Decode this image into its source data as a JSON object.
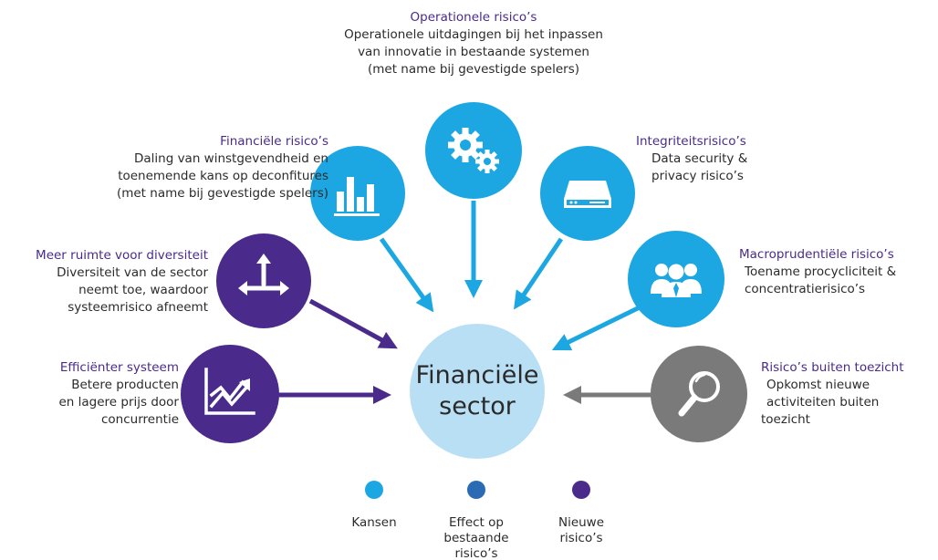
{
  "center": {
    "line1": "Financiële",
    "line2": "sector"
  },
  "nodes": {
    "operationeel": {
      "title": "Operationele risico’s",
      "body": [
        "Operationele uitdagingen bij het inpassen",
        "van innovatie in bestaande systemen",
        "(met name bij gevestigde spelers)"
      ],
      "icon": "gears-icon",
      "color": "#1ca7e3"
    },
    "financieel": {
      "title": "Financiële risico’s",
      "body": [
        "Daling van winstgevendheid en",
        "toenemende kans op deconfitures",
        "(met name bij gevestigde spelers)"
      ],
      "icon": "bar-chart-icon",
      "color": "#1ca7e3"
    },
    "integriteit": {
      "title": "Integriteitsrisico’s",
      "body": [
        "Data security &",
        "privacy risico’s"
      ],
      "icon": "server-icon",
      "color": "#1ca7e3"
    },
    "diversiteit": {
      "title": "Meer ruimte voor diversiteit",
      "body": [
        "Diversiteit van de sector",
        "neemt toe, waardoor",
        "systeemrisico afneemt"
      ],
      "icon": "branch-arrows-icon",
      "color": "#4a2b8c"
    },
    "macro": {
      "title": "Macroprudentiële risico’s",
      "body": [
        "Toename procycliciteit &",
        "concentratierisico’s"
      ],
      "icon": "people-group-icon",
      "color": "#1ca7e3"
    },
    "efficient": {
      "title": "Efficiënter systeem",
      "body": [
        "Betere producten",
        "en lagere prijs door",
        "concurrentie"
      ],
      "icon": "trend-chart-icon",
      "color": "#4a2b8c"
    },
    "toezicht": {
      "title": "Risico’s buiten toezicht",
      "body": [
        "Opkomst nieuwe",
        "activiteiten buiten",
        "toezicht"
      ],
      "icon": "magnifier-icon",
      "color": "#7a7a7a"
    }
  },
  "legend": [
    {
      "label": [
        "Kansen"
      ],
      "color": "#1ca7e3"
    },
    {
      "label": [
        "Effect op",
        "bestaande",
        "risico’s"
      ],
      "color": "#2a6bb3"
    },
    {
      "label": [
        "Nieuwe",
        "risico’s"
      ],
      "color": "#4a2b8c"
    }
  ]
}
